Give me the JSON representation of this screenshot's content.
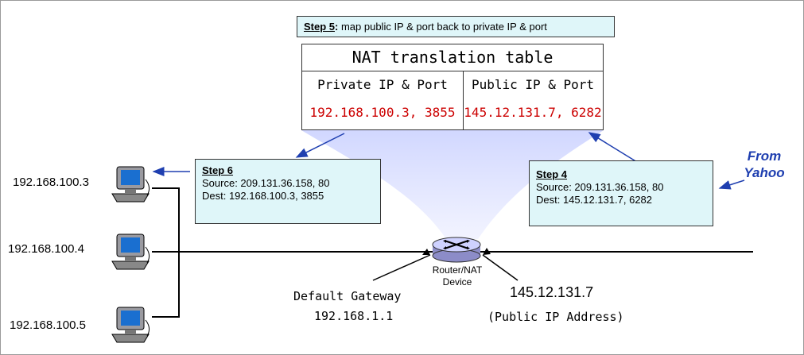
{
  "step5": {
    "title": "Step 5",
    "colon": ":",
    "text": " map public IP & port back to private IP & port"
  },
  "nat_table": {
    "title": "NAT translation table",
    "private_header": "Private IP & Port",
    "public_header": "Public IP & Port",
    "private_value": "192.168.100.3, 3855",
    "public_value": "145.12.131.7, 6282"
  },
  "step6": {
    "title": "Step 6",
    "source": "Source: 209.131.36.158, 80",
    "dest": "Dest: 192.168.100.3, 3855"
  },
  "step4": {
    "title": "Step 4",
    "source": "Source: 209.131.36.158, 80",
    "dest": "Dest: 145.12.131.7, 6282"
  },
  "from_yahoo": {
    "line1": "From",
    "line2": "Yahoo"
  },
  "hosts": [
    "192.168.100.3",
    "192.168.100.4",
    "192.168.100.5"
  ],
  "router": {
    "line1": "Router/NAT",
    "line2": "Device"
  },
  "default_gateway": {
    "label": "Default Gateway",
    "ip": "192.168.1.1"
  },
  "public_ip": {
    "ip": "145.12.131.7",
    "label": "(Public IP Address)"
  },
  "colors": {
    "box_fill": "#dff6f9",
    "nat_value": "#cc0000",
    "arrow": "#1f3fb0",
    "yahoo": "#1f3fb0",
    "cone": "#d6dcff"
  }
}
